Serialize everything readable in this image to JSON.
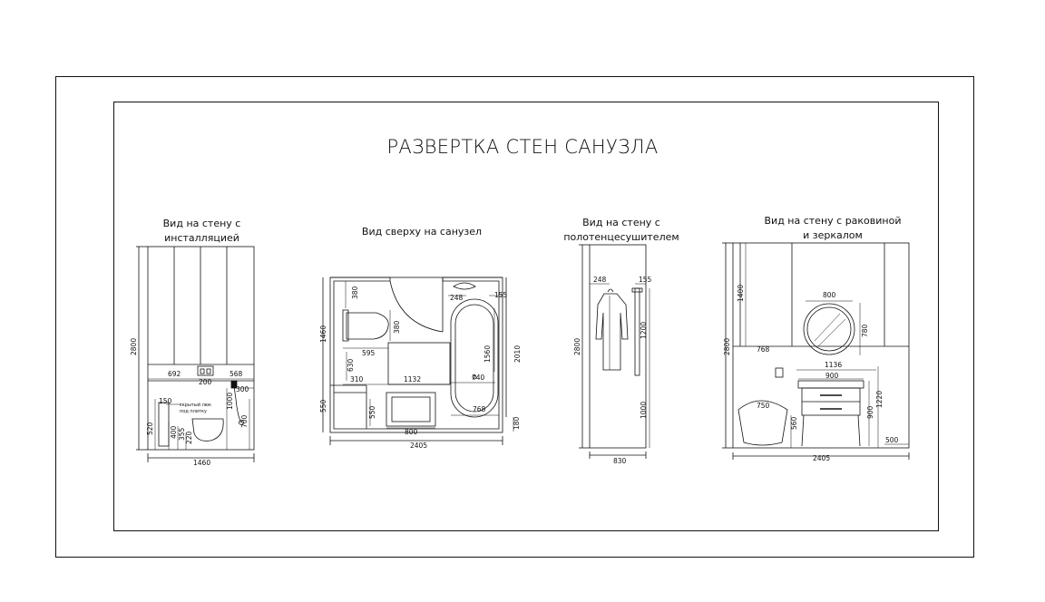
{
  "title": "РАЗВЕРТКА СТЕН САНУЗЛА",
  "views": [
    {
      "caption_line1": "Вид на стену с",
      "caption_line2": "инсталляцией",
      "dims": {
        "height": "2800",
        "width": "1460",
        "d692": "692",
        "d200": "200",
        "d568": "568",
        "d300": "300",
        "d1000": "1000",
        "d700": "700",
        "d150": "150",
        "d520": "520",
        "d400": "400",
        "d355": "355",
        "d220": "220"
      },
      "note_line1": "скрытый люк",
      "note_line2": "под плитку"
    },
    {
      "caption": "Вид сверху на санузел",
      "dims": {
        "d380a": "380",
        "d248": "248",
        "d155": "155",
        "d1460": "1460",
        "d380b": "380",
        "d595": "595",
        "d630": "630",
        "d310": "310",
        "d1132": "1132",
        "d740": "740",
        "d1560": "1560",
        "d2010": "2010",
        "d550a": "550",
        "d550b": "550",
        "d768": "768",
        "d800": "800",
        "d180": "180",
        "total": "2405"
      }
    },
    {
      "caption_line1": "Вид на стену с",
      "caption_line2": "полотенцесушителем",
      "dims": {
        "height": "2800",
        "d248": "248",
        "d155": "155",
        "d1200": "1200",
        "d1000": "1000",
        "width": "830"
      }
    },
    {
      "caption_line1": "Вид на стену с раковиной",
      "caption_line2": "и зеркалом",
      "dims": {
        "height": "2800",
        "d1400": "1400",
        "d800": "800",
        "d768": "768",
        "d780": "780",
        "d1136": "1136",
        "d900a": "900",
        "d750": "750",
        "d560": "560",
        "d900b": "900",
        "d1220": "1220",
        "d500": "500",
        "total": "2405"
      }
    }
  ]
}
